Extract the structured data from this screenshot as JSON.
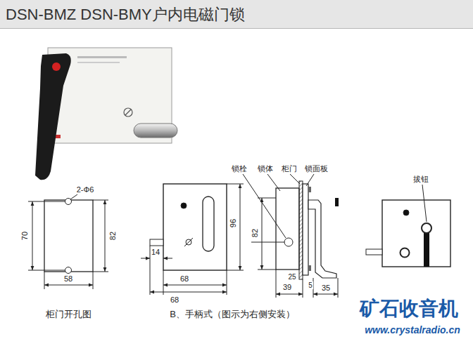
{
  "diagram": {
    "title": "DSN-BMZ  DSN-BMY户内电磁门锁",
    "labels": [
      "2-Φ6",
      "70",
      "82",
      "58",
      "锁栓",
      "锁体",
      "柜门",
      "锁面板",
      "96",
      "82",
      "14",
      "68",
      "68",
      "39",
      "25",
      "5",
      "35",
      "拔钮",
      "柜门开孔图",
      "B、手柄式（图示为右侧安装）",
      "矿石收音机",
      "www.crystalradio.cn"
    ]
  }
}
